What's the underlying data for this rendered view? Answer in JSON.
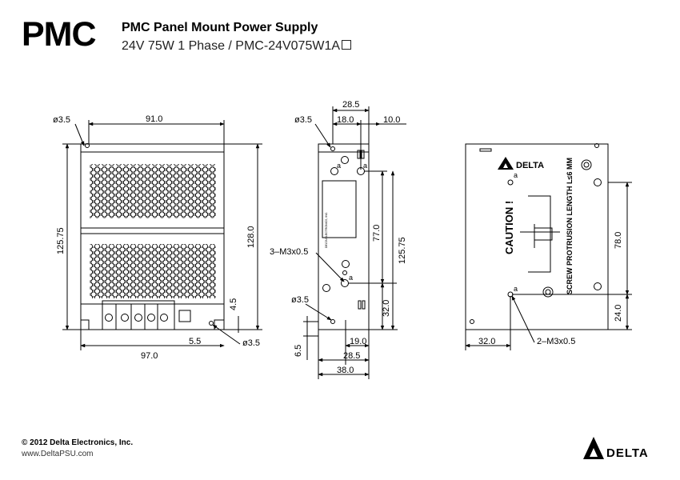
{
  "header": {
    "logo": "PMC",
    "title": "PMC Panel Mount Power Supply",
    "subtitle": "24V 75W 1 Phase / PMC-24V075W1A"
  },
  "front_view": {
    "dims": {
      "hole_dia": "ø3.5",
      "top_width": "91.0",
      "left_height": "125.75",
      "right_height": "128.0",
      "bottom_width": "97.0",
      "offset_small": "5.5",
      "small_height": "4.5",
      "hole_dia_b": "ø3.5"
    }
  },
  "side_view": {
    "dims": {
      "hole_dia": "ø3.5",
      "top_total": "28.5",
      "top_left": "18.0",
      "top_right": "10.0",
      "screw": "3–M3x0.5",
      "hole_dia_b": "ø3.5",
      "h_77": "77.0",
      "h_125": "125.75",
      "h_32": "32.0",
      "v_6_5": "6.5",
      "b_19": "19.0",
      "b_28_5": "28.5",
      "b_38": "38.0"
    },
    "screw_mark": "a",
    "label_text": "DELTA ELECTRONICS, INC."
  },
  "rear_view": {
    "dims": {
      "h_78": "78.0",
      "h_24": "24.0",
      "w_32": "32.0",
      "screw": "2–M3x0.5"
    },
    "brand": "DELTA",
    "caution": "CAUTION !",
    "screw_note": "SCREW PROTRUSION LENGTH L≤6 MM",
    "screw_mark": "a"
  },
  "footer": {
    "copyright": "© 2012 Delta Electronics, Inc.",
    "url": "www.DeltaPSU.com",
    "logo": "DELTA"
  }
}
